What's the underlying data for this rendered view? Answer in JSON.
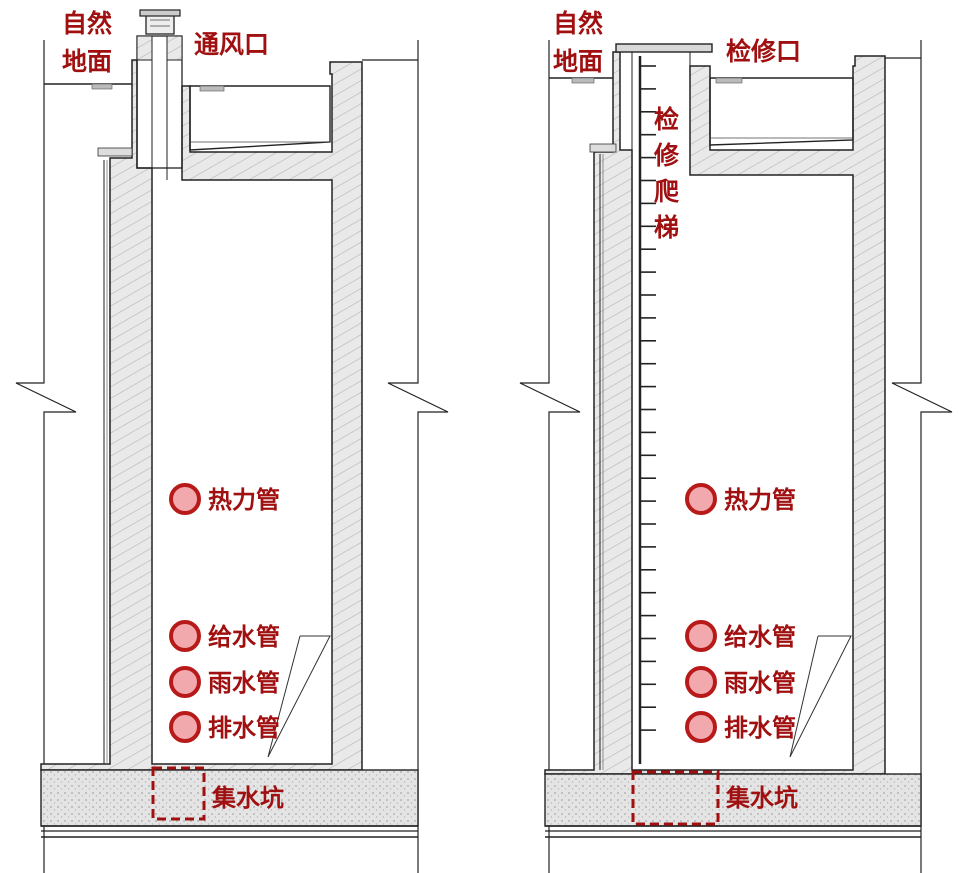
{
  "colors": {
    "label": "#a01010",
    "pipe_fill": "#f2a9ad",
    "pipe_stroke": "#b81a1a",
    "wall_fill": "#e9e9e9",
    "line": "#222222"
  },
  "left_panel": {
    "ground_label_line1": "自然",
    "ground_label_line2": "地面",
    "opening_label": "通风口",
    "pipes": [
      {
        "label": "热力管"
      },
      {
        "label": "给水管"
      },
      {
        "label": "雨水管"
      },
      {
        "label": "排水管"
      }
    ],
    "sump_label": "集水坑"
  },
  "right_panel": {
    "ground_label_line1": "自然",
    "ground_label_line2": "地面",
    "opening_label": "检修口",
    "ladder_label": [
      "检",
      "修",
      "爬",
      "梯"
    ],
    "pipes": [
      {
        "label": "热力管"
      },
      {
        "label": "给水管"
      },
      {
        "label": "雨水管"
      },
      {
        "label": "排水管"
      }
    ],
    "sump_label": "集水坑"
  }
}
